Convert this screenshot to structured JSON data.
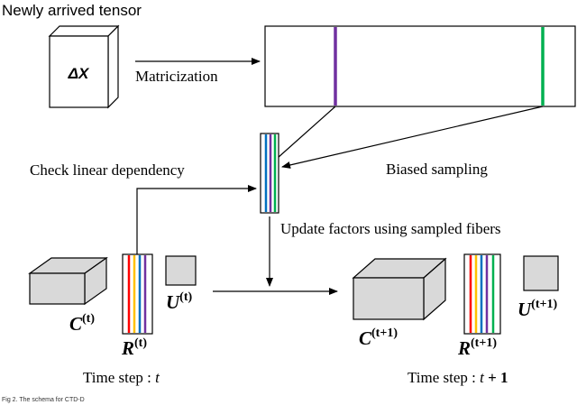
{
  "labels": {
    "newly_arrived": "Newly arrived tensor",
    "delta_x": "ΔΧ",
    "matricization": "Matricization",
    "check_linear": "Check linear dependency",
    "biased_sampling": "Biased sampling",
    "update_factors": "Update factors using sampled fibers",
    "c_t": "C",
    "c_t_sup": "(t)",
    "r_t": "R",
    "r_t_sup": "(t)",
    "u_t": "U",
    "u_t_sup": "(t)",
    "c_t1": "C",
    "c_t1_sup": "(t+1)",
    "r_t1": "R",
    "r_t1_sup": "(t+1)",
    "u_t1": "U",
    "u_t1_sup": "(t+1)",
    "time_t_prefix": "Time step : ",
    "time_t_var": "t",
    "time_t1_prefix": "Time step : ",
    "time_t1_var": "t",
    "time_t1_suffix": " + 1",
    "caption": "Fig 2.  The schema for CTD-D"
  },
  "colors": {
    "purple_fiber": "#7030a0",
    "green_fiber": "#00b050",
    "stripe_red": "#ff0000",
    "stripe_orange": "#ffc000",
    "stripe_blue": "#0070c0",
    "stripe_purple": "#7030a0",
    "box_fill": "#d9d9d9"
  }
}
